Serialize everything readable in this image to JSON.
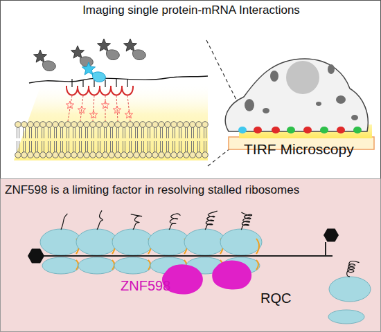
{
  "diagram": {
    "nodes": [
      {
        "text": [
          "Imaging single protein-mRNA Interactions"
        ]
      },
      {
        "text": [
          "ZNF598 is a limiting factor in resolving stalled ribosomes"
        ]
      }
    ],
    "labels": [
      "TIRF Microscopy",
      "ZNF598",
      "RQC"
    ]
  }
}
